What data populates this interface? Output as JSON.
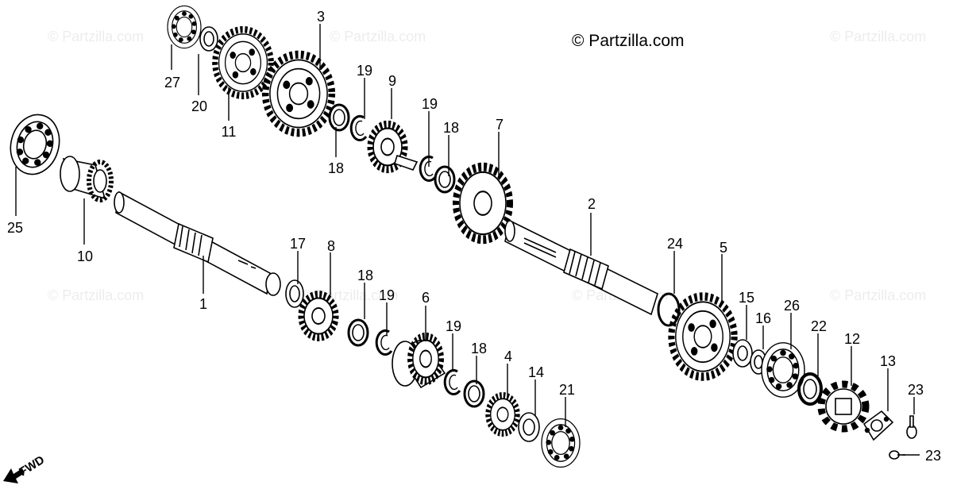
{
  "watermark": "© Partzilla.com",
  "direction_label": "FWD",
  "parts": [
    {
      "id": "shaft_main",
      "label": "1"
    },
    {
      "id": "shaft_counter",
      "label": "2"
    },
    {
      "id": "gear_3",
      "label": "3"
    },
    {
      "id": "gear_4",
      "label": "4"
    },
    {
      "id": "gear_5",
      "label": "5"
    },
    {
      "id": "gear_6",
      "label": "6"
    },
    {
      "id": "gear_7",
      "label": "7"
    },
    {
      "id": "gear_8",
      "label": "8"
    },
    {
      "id": "gear_9",
      "label": "9"
    },
    {
      "id": "gear_10",
      "label": "10"
    },
    {
      "id": "gear_11",
      "label": "11"
    },
    {
      "id": "sprocket_12",
      "label": "12"
    },
    {
      "id": "plate_13",
      "label": "13"
    },
    {
      "id": "collar_14",
      "label": "14"
    },
    {
      "id": "washer_15",
      "label": "15"
    },
    {
      "id": "washer_16",
      "label": "16"
    },
    {
      "id": "washer_17",
      "label": "17"
    },
    {
      "id": "washer_18a",
      "label": "18"
    },
    {
      "id": "washer_18b",
      "label": "18"
    },
    {
      "id": "washer_18c",
      "label": "18"
    },
    {
      "id": "washer_18d",
      "label": "18"
    },
    {
      "id": "circlip_19a",
      "label": "19"
    },
    {
      "id": "circlip_19b",
      "label": "19"
    },
    {
      "id": "circlip_19c",
      "label": "19"
    },
    {
      "id": "circlip_19d",
      "label": "19"
    },
    {
      "id": "washer_20",
      "label": "20"
    },
    {
      "id": "bearing_21",
      "label": "21"
    },
    {
      "id": "seal_22",
      "label": "22"
    },
    {
      "id": "bolt_23a",
      "label": "23"
    },
    {
      "id": "bolt_23b",
      "label": "23"
    },
    {
      "id": "circlip_24",
      "label": "24"
    },
    {
      "id": "bearing_25",
      "label": "25"
    },
    {
      "id": "bearing_26",
      "label": "26"
    },
    {
      "id": "bearing_27",
      "label": "27"
    }
  ]
}
